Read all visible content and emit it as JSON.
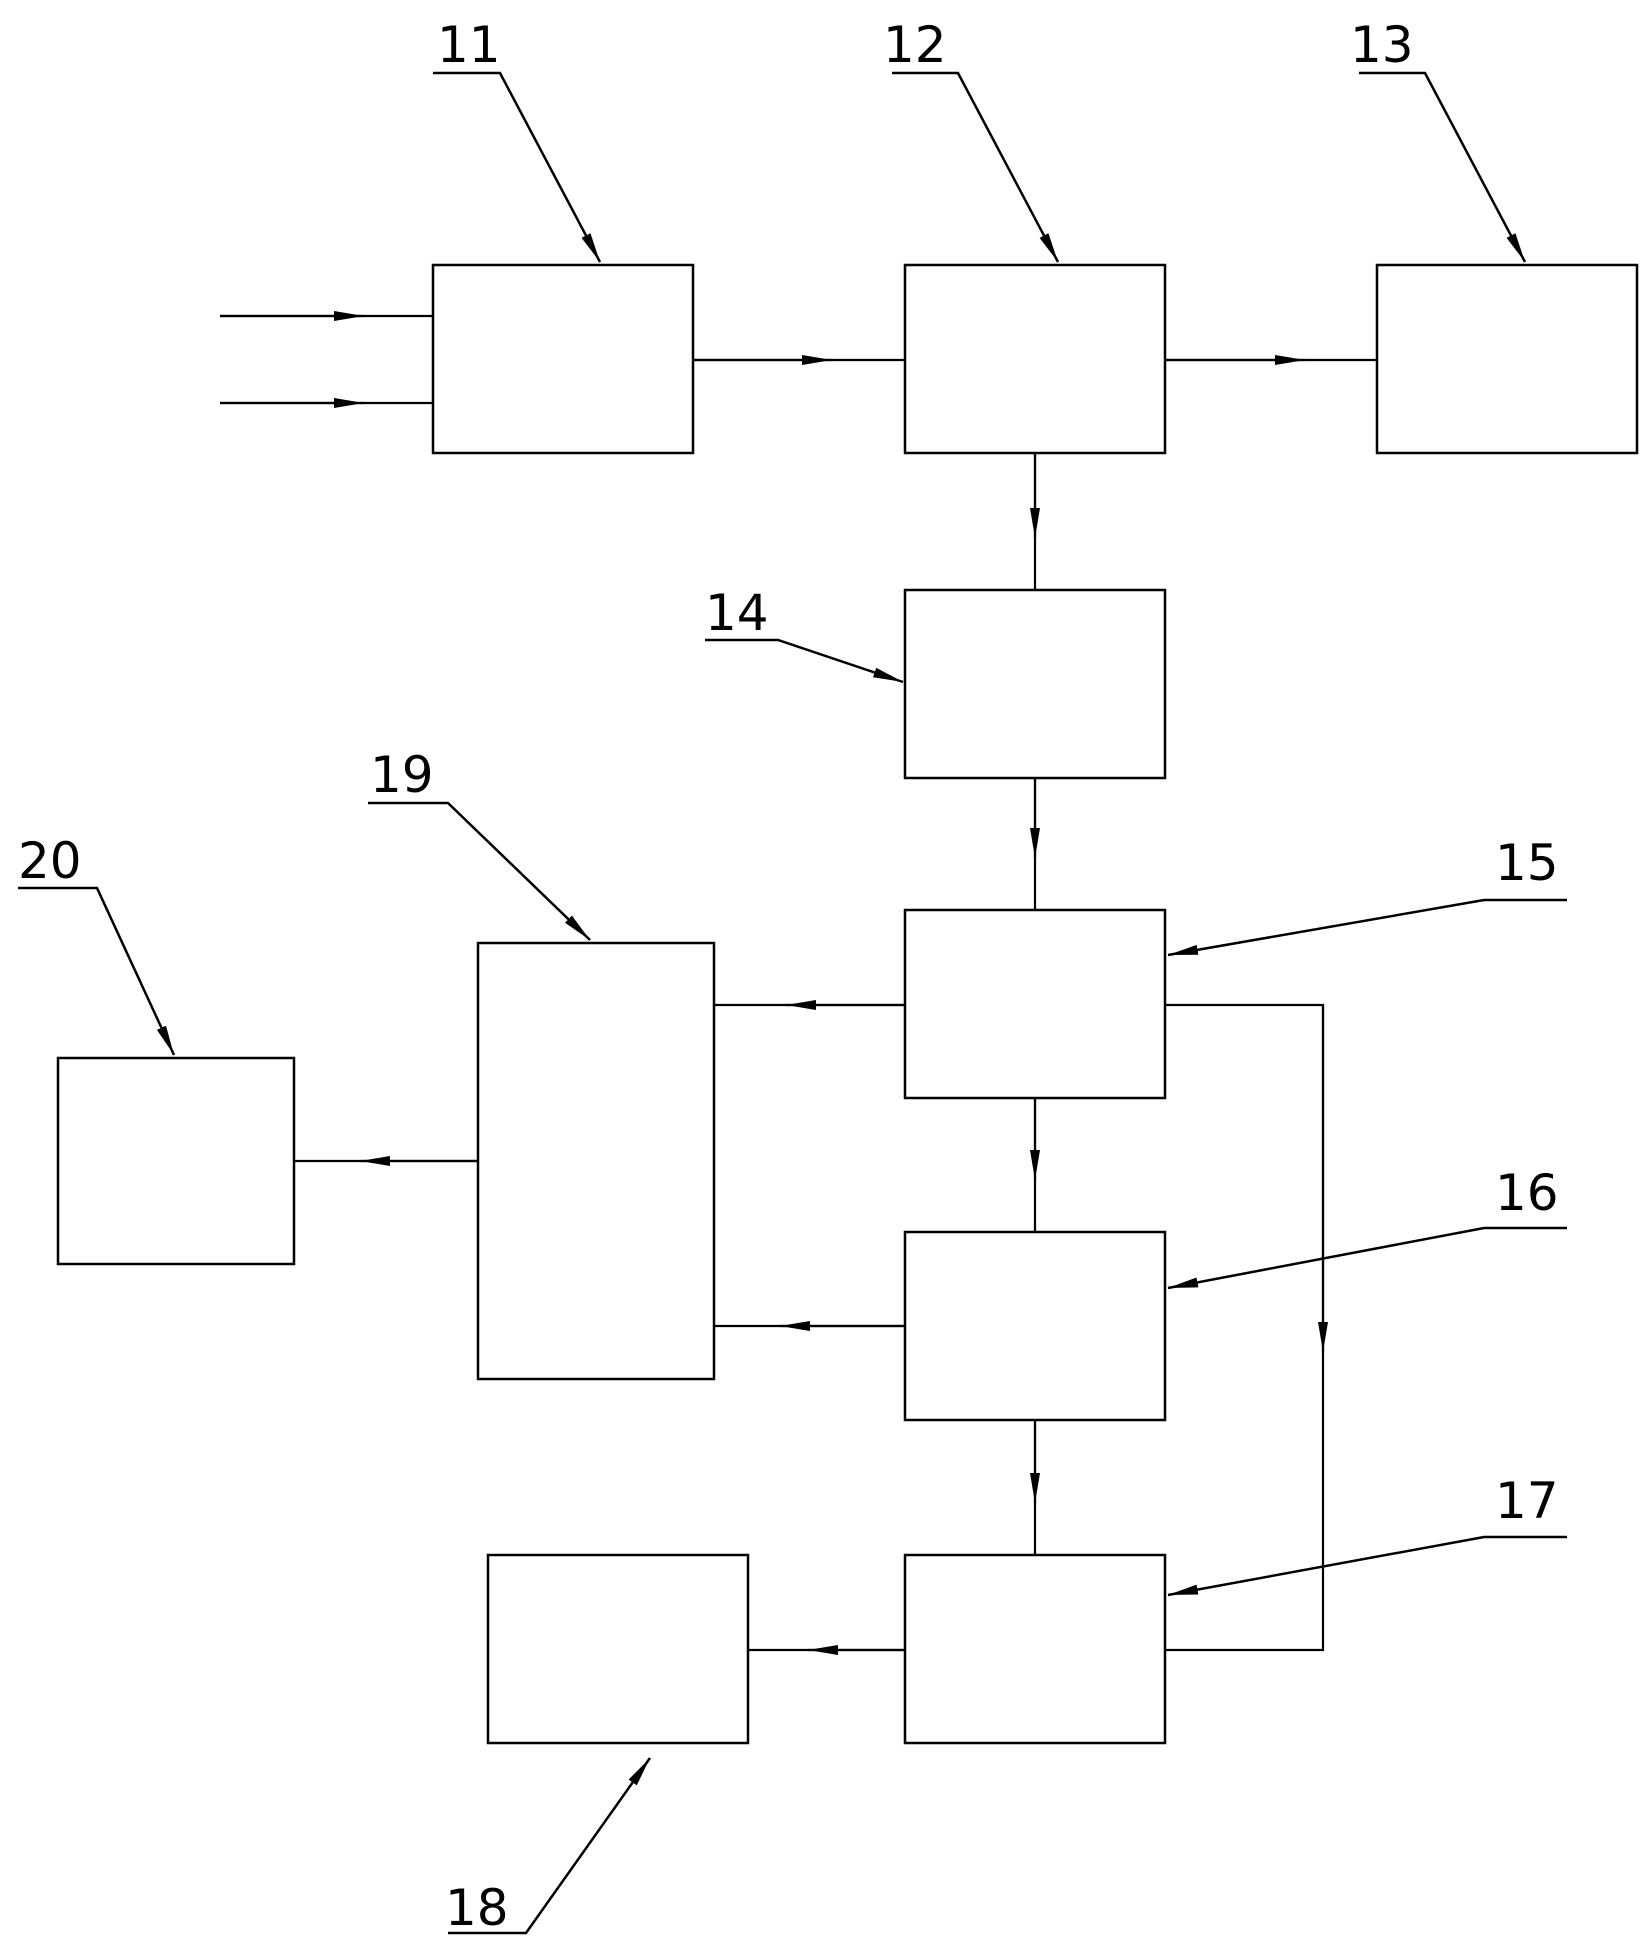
{
  "diagram": {
    "line_color": "#000000",
    "background": "#ffffff",
    "labels": {
      "l11": "11",
      "l12": "12",
      "l13": "13",
      "l14": "14",
      "l15": "15",
      "l16": "16",
      "l17": "17",
      "l18": "18",
      "l19": "19",
      "l20": "20"
    }
  }
}
